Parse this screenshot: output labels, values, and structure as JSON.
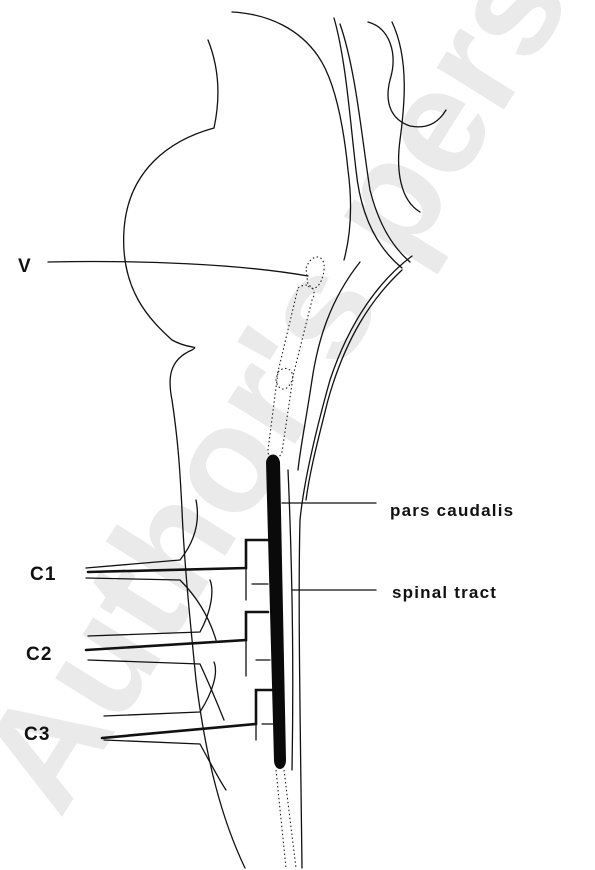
{
  "watermark": "Author's personal",
  "labels": {
    "trigeminal": "V",
    "pars_caudalis": "pars caudalis",
    "spinal_tract": "spinal tract",
    "c1": "C1",
    "c2": "C2",
    "c3": "C3"
  }
}
